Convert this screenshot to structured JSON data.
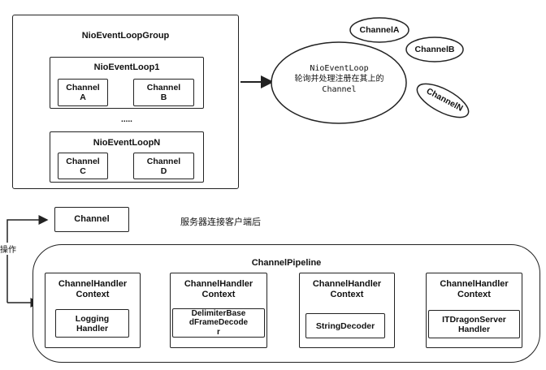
{
  "group": {
    "title": "NioEventLoopGroup",
    "loop1": {
      "title": "NioEventLoop1",
      "channel_a": "Channel\nA",
      "channel_b": "Channel\nB"
    },
    "dots": ".....",
    "loopN": {
      "title": "NioEventLoopN",
      "channel_c": "Channel\nC",
      "channel_d": "Channel\nD"
    }
  },
  "event_loop_bubble": {
    "line1": "NioEventLoop",
    "line2": "轮询并处理注册在其上的",
    "line3": "Channel"
  },
  "channel_bubbles": [
    "ChannelA",
    "ChannelB",
    "ChannelN"
  ],
  "channel_box": "Channel",
  "after_connect_label": "服务器连接客户端后",
  "operation_label": "操作",
  "pipeline": {
    "title": "ChannelPipeline",
    "contexts": [
      {
        "title": "ChannelHandler\nContext",
        "handler": "Logging\nHandler"
      },
      {
        "title": "ChannelHandler\nContext",
        "handler": "DelimiterBase\ndFrameDecode\nr"
      },
      {
        "title": "ChannelHandler\nContext",
        "handler": "StringDecoder"
      },
      {
        "title": "ChannelHandler\nContext",
        "handler": "ITDragonServer\nHandler"
      }
    ]
  }
}
